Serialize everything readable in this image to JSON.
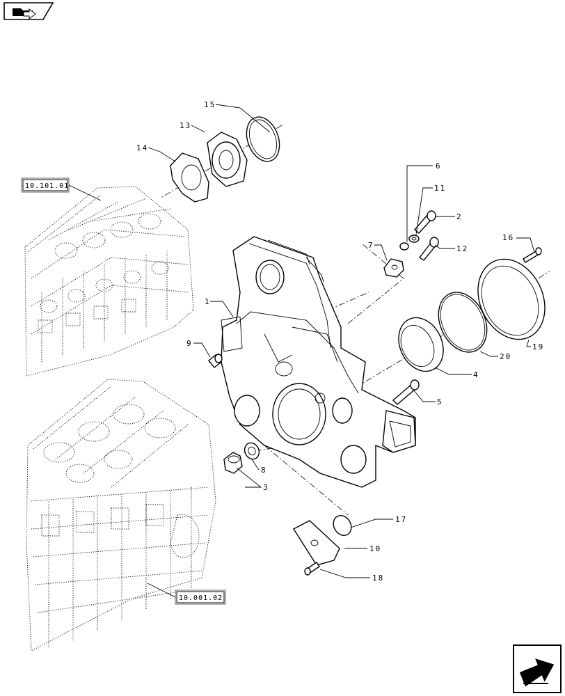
{
  "references": {
    "top_ref": "10.101.01",
    "bottom_ref": "10.001.02"
  },
  "callouts": {
    "c1": "1",
    "c2": "2",
    "c3": "3",
    "c4": "4",
    "c5": "5",
    "c6": "6",
    "c7": "7",
    "c8": "8",
    "c9": "9",
    "c10": "10",
    "c11": "11",
    "c12": "12",
    "c13": "13",
    "c14": "14",
    "c15": "15",
    "c16": "16",
    "c17": "17",
    "c18": "18",
    "c19": "19",
    "c20": "20"
  },
  "icons": {
    "top_left": "folder-navigation-icon",
    "bottom_right": "next-page-arrow-icon"
  }
}
